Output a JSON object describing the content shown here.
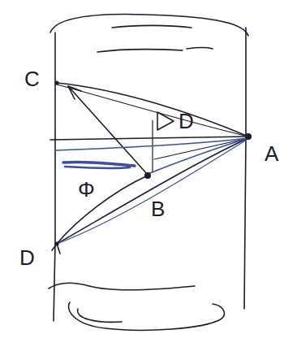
{
  "diagram": {
    "labels": [
      "C",
      "A",
      "D",
      "B",
      "Φ",
      "D"
    ]
  }
}
